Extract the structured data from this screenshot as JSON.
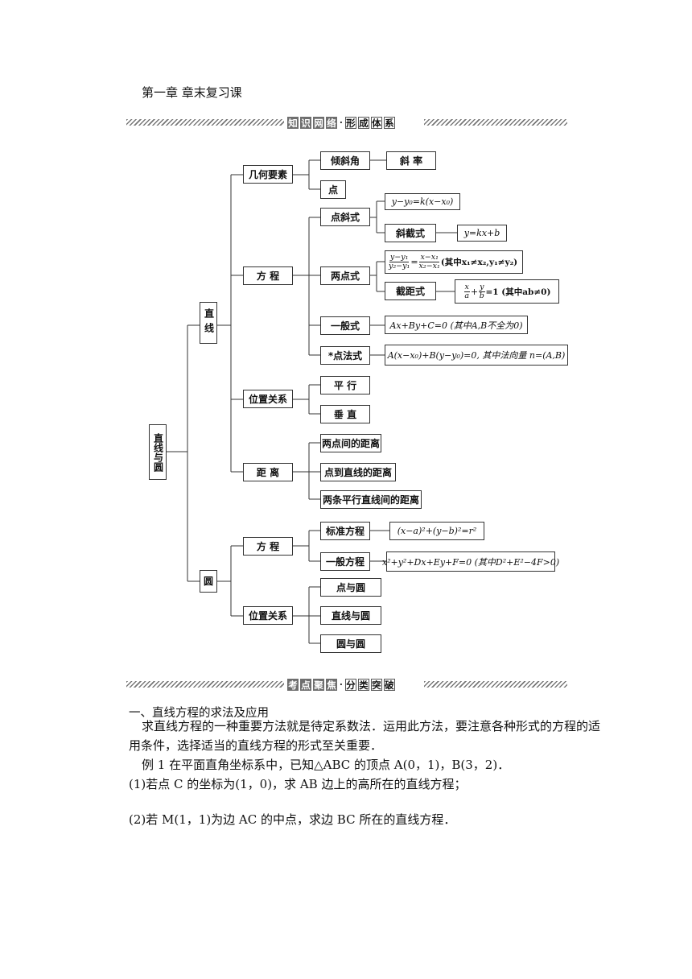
{
  "header": {
    "chapter": "第一章  章末复习课"
  },
  "banner1": {
    "dark": [
      "知",
      "识",
      "网",
      "络"
    ],
    "light": [
      "形",
      "成",
      "体",
      "系"
    ]
  },
  "banner2": {
    "dark": [
      "考",
      "点",
      "聚",
      "焦"
    ],
    "light": [
      "分",
      "类",
      "突",
      "破"
    ]
  },
  "mindmap": {
    "root": "直线与圆",
    "line": "直线",
    "circle": "圆",
    "geo_elements": "几何要素",
    "incline_angle": "倾斜角",
    "slope": "斜    率",
    "point": "点",
    "equation": "方    程",
    "point_slope": "点斜式",
    "point_slope_formula": "y−y₀=k(x−x₀)",
    "slope_intercept": "斜截式",
    "slope_intercept_formula": "y=kx+b",
    "two_point": "两点式",
    "two_point_cond": "(其中x₁≠x₂,y₁≠y₂)",
    "intercept": "截距式",
    "intercept_cond": "=1 (其中ab≠0)",
    "general": "一般式",
    "general_formula": "Ax+By+C=0 (其中A,B不全为0)",
    "point_normal": "*点法式",
    "point_normal_formula": "A(x−x₀)+B(y−y₀)=0, 其中法向量 n=(A,B)",
    "position": "位置关系",
    "parallel": "平    行",
    "perpendicular": "垂    直",
    "distance": "距    离",
    "dist_pp": "两点间的距离",
    "dist_pl": "点到直线的距离",
    "dist_ll": "两条平行直线间的距离",
    "c_equation": "方    程",
    "standard": "标准方程",
    "standard_formula": "(x−a)²+(y−b)²=r²",
    "c_general": "一般方程",
    "c_general_formula": "x²+y²+Dx+Ey+F=0 (其中D²+E²−4F>0)",
    "c_position": "位置关系",
    "point_circle": "点与圆",
    "line_circle": "直线与圆",
    "circle_circle": "圆与圆"
  },
  "body": {
    "heading": "一、直线方程的求法及应用",
    "para1": "求直线方程的一种重要方法就是待定系数法．运用此方法，要注意各种形式的方程的适",
    "para2": "用条件，选择适当的直线方程的形式至关重要．",
    "example": "例 1    在平面直角坐标系中，已知△ABC 的顶点 A(0，1)，B(3，2)．",
    "q1": "(1)若点 C 的坐标为(1，0)，求 AB 边上的高所在的直线方程；",
    "q2": "(2)若 M(1，1)为边 AC 的中点，求边 BC 所在的直线方程．"
  }
}
